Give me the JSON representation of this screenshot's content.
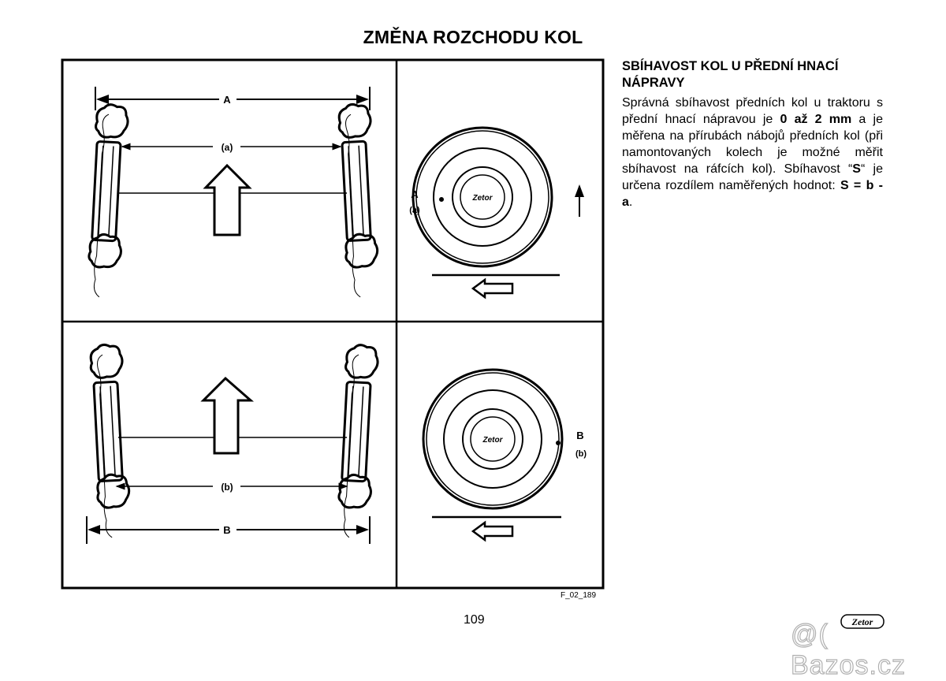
{
  "page": {
    "title": "ZMĚNA ROZCHODU KOL",
    "figure_id": "F_02_189",
    "page_number": "109",
    "logo_text": "Zetor",
    "watermark": "@( Bazos.cz"
  },
  "figure": {
    "top_left": {
      "dim_outer": "A",
      "dim_inner": "(a)"
    },
    "top_right": {
      "mark": "A",
      "mark_sub": "(a)",
      "hub_logo": "Zetor"
    },
    "bottom_left": {
      "dim_outer": "B",
      "dim_inner": "(b)"
    },
    "bottom_right": {
      "mark": "B",
      "mark_sub": "(b)",
      "hub_logo": "Zetor"
    }
  },
  "section": {
    "heading": "SBÍHAVOST KOL U PŘEDNÍ HNACÍ NÁPRAVY",
    "p1": "Správná sbíhavost předních kol u traktoru s přední hnací nápravou je ",
    "p1_bold": "0 až 2 mm",
    "p1_rest": " a je měřena na přírubách nábojů předních kol (při namontovaných kolech je možné měřit sbíhavost na ráfcích kol). Sbíhavost “",
    "p2_bold_s": "S",
    "p2_mid": "“ je určena rozdílem naměřených hodnot: ",
    "p2_formula": "S = b - a",
    "p2_end": "."
  }
}
